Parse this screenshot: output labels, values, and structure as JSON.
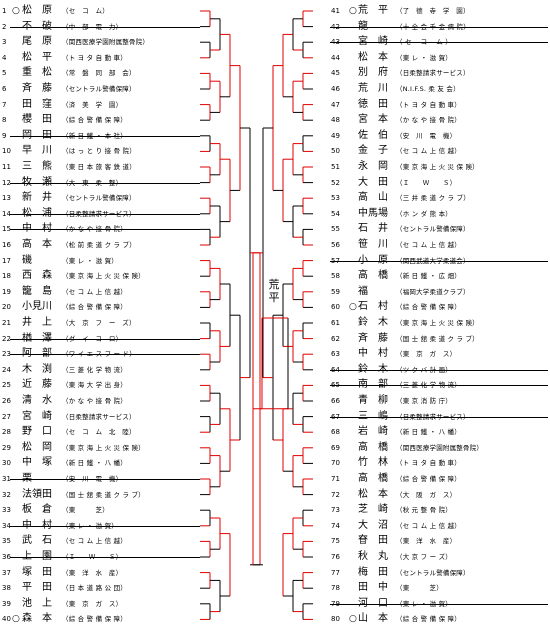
{
  "champion": "荒平",
  "colors": {
    "winner_line": "#e00000",
    "line": "#000000",
    "dotted": "#e00000"
  },
  "left_bracket": [
    {
      "no": "1",
      "seed": "○",
      "name": "松　原",
      "team": "（セ　コ　ム）",
      "struck": false
    },
    {
      "no": "2",
      "seed": "",
      "name": "不　破",
      "team": "（中　部　電　力）",
      "struck": true
    },
    {
      "no": "3",
      "seed": "",
      "name": "尾　原",
      "team": "（関西医療学園附属整骨院）",
      "struck": false
    },
    {
      "no": "4",
      "seed": "",
      "name": "松　平",
      "team": "（ト ヨ タ 自 動 車）",
      "struck": false
    },
    {
      "no": "5",
      "seed": "",
      "name": "重　松",
      "team": "（常　盤　同　部　会）",
      "struck": false
    },
    {
      "no": "6",
      "seed": "",
      "name": "斉　藤",
      "team": "（セントラル警備保障）",
      "struck": false
    },
    {
      "no": "7",
      "seed": "",
      "name": "田　窪",
      "team": "（済　美　学　園）",
      "struck": false
    },
    {
      "no": "8",
      "seed": "",
      "name": "櫻　田",
      "team": "（綜 合 警 備 保 障）",
      "struck": false
    },
    {
      "no": "9",
      "seed": "",
      "name": "岡　田",
      "team": "（新 日 鐵 ・ 本 社）",
      "struck": true
    },
    {
      "no": "10",
      "seed": "",
      "name": "早　川",
      "team": "（は っ と り 接 骨 院）",
      "struck": false
    },
    {
      "no": "11",
      "seed": "",
      "name": "三　熊",
      "team": "（東 日 本 旅 客 鉄 道）",
      "struck": false
    },
    {
      "no": "12",
      "seed": "",
      "name": "牧　瀬",
      "team": "（大　東　柔　整）",
      "struck": true
    },
    {
      "no": "13",
      "seed": "",
      "name": "新　井",
      "team": "（セントラル警備保障）",
      "struck": false
    },
    {
      "no": "14",
      "seed": "",
      "name": "松　浦",
      "team": "（日柔整請求サービス）",
      "struck": true
    },
    {
      "no": "15",
      "seed": "",
      "name": "中　村",
      "team": "（か な や 接 骨 院）",
      "struck": true
    },
    {
      "no": "16",
      "seed": "",
      "name": "高　本",
      "team": "（松 前 柔 道 ク ラ ブ）",
      "struck": false
    },
    {
      "no": "17",
      "seed": "",
      "name": "磯",
      "team": "（東 レ ・ 滋 賀）",
      "struck": false
    },
    {
      "no": "18",
      "seed": "",
      "name": "西　森",
      "team": "（東 京 海 上 火 災 保 険）",
      "struck": false
    },
    {
      "no": "19",
      "seed": "",
      "name": "籠　島",
      "team": "（セ コ ム 上 信 越）",
      "struck": false
    },
    {
      "no": "20",
      "seed": "",
      "name": "小見川",
      "team": "（綜 合 警 備 保 障）",
      "struck": false
    },
    {
      "no": "21",
      "seed": "",
      "name": "井　上",
      "team": "（大　京　フ　ー　ズ）",
      "struck": false
    },
    {
      "no": "22",
      "seed": "",
      "name": "楢　澤",
      "team": "（ダ　イ　コ　ロ）",
      "struck": true
    },
    {
      "no": "23",
      "seed": "",
      "name": "阿　部",
      "team": "（ワ イ エ ス フ ー ド）",
      "struck": true
    },
    {
      "no": "24",
      "seed": "",
      "name": "木　渕",
      "team": "（三 菱 化 学 物 流）",
      "struck": false
    },
    {
      "no": "25",
      "seed": "",
      "name": "近　藤",
      "team": "（東 海 大 学 出 身）",
      "struck": false
    },
    {
      "no": "26",
      "seed": "",
      "name": "清　水",
      "team": "（か な や 接 骨 院）",
      "struck": false
    },
    {
      "no": "27",
      "seed": "",
      "name": "宮　崎",
      "team": "（日柔整請求サービス）",
      "struck": false
    },
    {
      "no": "28",
      "seed": "",
      "name": "野　口",
      "team": "（セ　コ　ム　北　陸）",
      "struck": false
    },
    {
      "no": "29",
      "seed": "",
      "name": "松　岡",
      "team": "（東 京 海 上 火 災 保 険）",
      "struck": false
    },
    {
      "no": "30",
      "seed": "",
      "name": "中　塚",
      "team": "（新 日 鐵 ・ 八 幡）",
      "struck": false
    },
    {
      "no": "31",
      "seed": "",
      "name": "栗",
      "team": "（安　川　電　機）",
      "struck": true
    },
    {
      "no": "32",
      "seed": "",
      "name": "法領田",
      "team": "（国 士 舘 柔 道 ク ラ ブ）",
      "struck": false
    },
    {
      "no": "33",
      "seed": "",
      "name": "板　倉",
      "team": "（東　　　芝）",
      "struck": false
    },
    {
      "no": "34",
      "seed": "",
      "name": "中　村",
      "team": "（東 レ ・ 滋 賀）",
      "struck": true
    },
    {
      "no": "35",
      "seed": "",
      "name": "武　石",
      "team": "（セ コ ム 上 信 越）",
      "struck": false
    },
    {
      "no": "36",
      "seed": "",
      "name": "上　園",
      "team": "（Ｉ　　Ｗ　　Ｓ）",
      "struck": true
    },
    {
      "no": "37",
      "seed": "",
      "name": "塚　田",
      "team": "（東　洋　水　産）",
      "struck": false
    },
    {
      "no": "38",
      "seed": "",
      "name": "平　田",
      "team": "（日 本 道 路 公 団）",
      "struck": false
    },
    {
      "no": "39",
      "seed": "",
      "name": "池　上",
      "team": "（東　京　ガ　ス）",
      "struck": false
    },
    {
      "no": "40",
      "seed": "○",
      "name": "森　本",
      "team": "（綜 合 警 備 保 障）",
      "struck": false
    }
  ],
  "right_bracket": [
    {
      "no": "41",
      "seed": "○",
      "name": "荒　平",
      "team": "（了　德　寺　学　園）",
      "struck": false
    },
    {
      "no": "42",
      "seed": "",
      "name": "龍",
      "team": "（十 全 会 千 金 病 院）",
      "struck": true
    },
    {
      "no": "43",
      "seed": "",
      "name": "宮　崎",
      "team": "（ セ 　コ 　ム ）",
      "struck": true
    },
    {
      "no": "44",
      "seed": "",
      "name": "松　本",
      "team": "（東 レ ・ 滋 賀）",
      "struck": false
    },
    {
      "no": "45",
      "seed": "",
      "name": "別　府",
      "team": "（日柔整請求サービス）",
      "struck": false
    },
    {
      "no": "46",
      "seed": "",
      "name": "荒　川",
      "team": "（N.I.F.S. 柔 友 会）",
      "struck": false
    },
    {
      "no": "47",
      "seed": "",
      "name": "徳　田",
      "team": "（ト ヨ タ 自 動 車）",
      "struck": false
    },
    {
      "no": "48",
      "seed": "",
      "name": "宮　本",
      "team": "（か な や 接 骨 院）",
      "struck": false
    },
    {
      "no": "49",
      "seed": "",
      "name": "佐　伯",
      "team": "（安　川　電　機）",
      "struck": false
    },
    {
      "no": "50",
      "seed": "",
      "name": "金　子",
      "team": "（セ コ ム 上 信 越）",
      "struck": false
    },
    {
      "no": "51",
      "seed": "",
      "name": "永　岡",
      "team": "（東 京 海 上 火 災 保 険）",
      "struck": false
    },
    {
      "no": "52",
      "seed": "",
      "name": "大　田",
      "team": "（Ｉ　　Ｗ　　Ｓ）",
      "struck": false
    },
    {
      "no": "53",
      "seed": "",
      "name": "高　山",
      "team": "（三 井 柔 道 ク ラ ブ）",
      "struck": false
    },
    {
      "no": "54",
      "seed": "",
      "name": "中馬場",
      "team": "（ホ ン ダ 熊 本）",
      "struck": false
    },
    {
      "no": "55",
      "seed": "",
      "name": "石　井",
      "team": "（セントラル警備保障）",
      "struck": false
    },
    {
      "no": "56",
      "seed": "",
      "name": "笹　川",
      "team": "（セ コ ム 上 信 越）",
      "struck": false
    },
    {
      "no": "57",
      "seed": "",
      "name": "小　原",
      "team": "（関西武道大学柔道会）",
      "struck": true
    },
    {
      "no": "58",
      "seed": "",
      "name": "高　橋",
      "team": "（新 日 鐵 ・ 広 畑）",
      "struck": false
    },
    {
      "no": "59",
      "seed": "",
      "name": "福",
      "team": "（福岡大学柔道クラブ）",
      "struck": false
    },
    {
      "no": "60",
      "seed": "○",
      "name": "石　村",
      "team": "（綜 合 警 備 保 障）",
      "struck": false
    },
    {
      "no": "61",
      "seed": "",
      "name": "鈴　木",
      "team": "（東 京 海 上 火 災 保 険）",
      "struck": false
    },
    {
      "no": "62",
      "seed": "",
      "name": "斉　藤",
      "team": "（国 士 舘 柔 道 ク ラ ブ）",
      "struck": false
    },
    {
      "no": "63",
      "seed": "",
      "name": "中　村",
      "team": "（東　京　ガ　ス）",
      "struck": false
    },
    {
      "no": "64",
      "seed": "",
      "name": "鈴　木",
      "team": "（ツ ク バ 計 画）",
      "struck": true
    },
    {
      "no": "65",
      "seed": "",
      "name": "南　部",
      "team": "（三 菱 化 学 物 流）",
      "struck": true
    },
    {
      "no": "66",
      "seed": "",
      "name": "青　柳",
      "team": "（東 京 消 防 庁）",
      "struck": false
    },
    {
      "no": "67",
      "seed": "",
      "name": "三　嶋",
      "team": "（日柔整請求サービス）",
      "struck": true
    },
    {
      "no": "68",
      "seed": "",
      "name": "岩　崎",
      "team": "（新 日 鐵 ・ 八 幡）",
      "struck": false
    },
    {
      "no": "69",
      "seed": "",
      "name": "高　橋",
      "team": "（関西医療学園附属整骨院）",
      "struck": false
    },
    {
      "no": "70",
      "seed": "",
      "name": "竹　林",
      "team": "（ト ヨ タ 自 動 車）",
      "struck": false
    },
    {
      "no": "71",
      "seed": "",
      "name": "高　橋",
      "team": "（綜 合 警 備 保 障）",
      "struck": false
    },
    {
      "no": "72",
      "seed": "",
      "name": "松　本",
      "team": "（大　阪　ガ　ス）",
      "struck": false
    },
    {
      "no": "73",
      "seed": "",
      "name": "芝　崎",
      "team": "（秋 元 整 骨 院）",
      "struck": false
    },
    {
      "no": "74",
      "seed": "",
      "name": "大　沼",
      "team": "（セ コ ム 上 信 越）",
      "struck": false
    },
    {
      "no": "75",
      "seed": "",
      "name": "眘　田",
      "team": "（東　洋　水　産）",
      "struck": false
    },
    {
      "no": "76",
      "seed": "",
      "name": "秋　丸",
      "team": "（大 京 フ ー ズ）",
      "struck": false
    },
    {
      "no": "77",
      "seed": "",
      "name": "梅　田",
      "team": "（セントラル警備保障）",
      "struck": false
    },
    {
      "no": "78",
      "seed": "",
      "name": "田　中",
      "team": "（東　　　芝）",
      "struck": false
    },
    {
      "no": "79",
      "seed": "",
      "name": "河　口",
      "team": "（東 レ ・ 滋 賀）",
      "struck": true
    },
    {
      "no": "80",
      "seed": "○",
      "name": "山　本",
      "team": "（綜 合 警 備 保 障）",
      "struck": false
    }
  ]
}
